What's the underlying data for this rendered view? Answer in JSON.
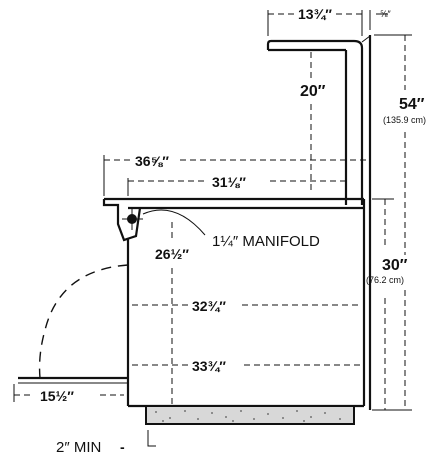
{
  "dimensions": {
    "overhead_depth": "13¾″",
    "wall_offset": "⅝″",
    "shelf_height": "20″",
    "overall_height": "54″",
    "overall_height_metric": "(135.9 cm)",
    "overall_depth": "36⅝″",
    "top_depth": "31⅛″",
    "manifold_height": "26½″",
    "manifold_label": "1¼″ MANIFOLD",
    "counter_height": "30″",
    "counter_height_metric": "(76.2 cm)",
    "cabinet_depth": "32¾″",
    "base_depth": "33¾″",
    "door_swing": "15½″",
    "min_clearance": "2″ MIN"
  }
}
